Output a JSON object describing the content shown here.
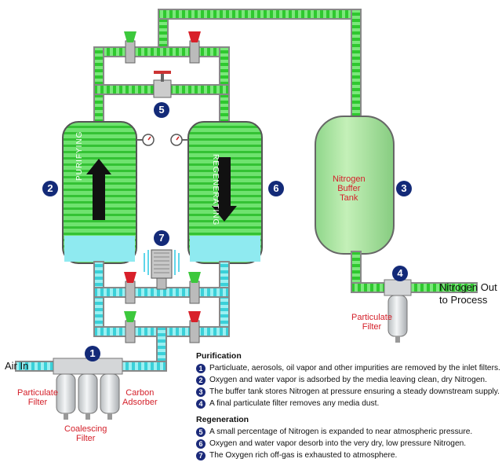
{
  "labels": {
    "air_in": "Air In",
    "particulate_filter_inlet": "Particulate\nFilter",
    "coalescing_filter": "Coalescing\nFilter",
    "carbon_adsorber": "Carbon\nAdsorber",
    "nitrogen_buffer_tank": "Nitrogen\nBuffer\nTank",
    "particulate_filter_outlet": "Particulate\nFilter",
    "nitrogen_out": "Nitrogen Out\nto Process",
    "purifying": "PURIFYING",
    "regenerating": "REGENERATING"
  },
  "badges": [
    "1",
    "2",
    "3",
    "4",
    "5",
    "6",
    "7"
  ],
  "legend": {
    "purification_title": "Purification",
    "purification_items": [
      {
        "num": "1",
        "text": "Particluate, aerosols, oil vapor and other impurities are removed by the inlet filters."
      },
      {
        "num": "2",
        "text": "Oxygen and water vapor is adsorbed by the media leaving clean, dry Nitrogen."
      },
      {
        "num": "3",
        "text": "The buffer tank stores Nitrogen at pressure ensuring a steady downstream supply."
      },
      {
        "num": "4",
        "text": "A final particulate filter removes any media dust."
      }
    ],
    "regeneration_title": "Regeneration",
    "regeneration_items": [
      {
        "num": "5",
        "text": "A small percentage of Nitrogen is expanded to near atmospheric pressure."
      },
      {
        "num": "6",
        "text": "Oxygen and water vapor desorb into the very dry, low pressure Nitrogen."
      },
      {
        "num": "7",
        "text": "The Oxygen rich off-gas is exhausted to atmosphere."
      }
    ]
  },
  "colors": {
    "pipe_grey": "#9a9a9a",
    "nitrogen_green": "#4fdc4f",
    "air_cyan": "#5fe0e6",
    "tank_green": "#aee8a0",
    "valve_green": "#3cc83c",
    "valve_red": "#d8202a",
    "badge_blue": "#132a78",
    "label_red": "#d4202a"
  }
}
